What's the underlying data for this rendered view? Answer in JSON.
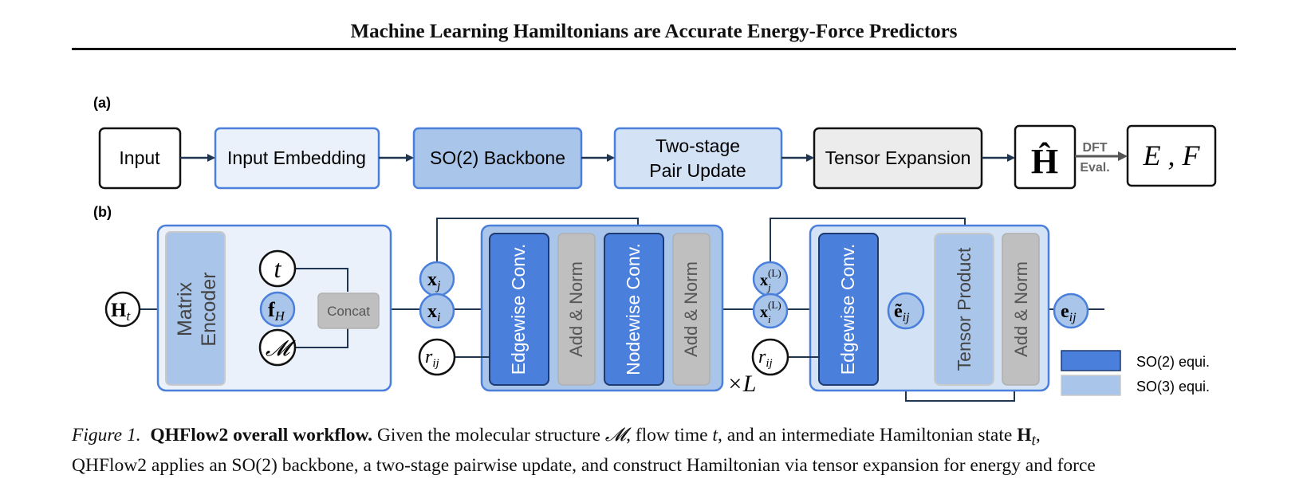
{
  "header": {
    "running_title": "Machine Learning Hamiltonians are Accurate Energy-Force Predictors"
  },
  "figure": {
    "panel_a": {
      "label": "(a)",
      "stages": [
        {
          "id": "input",
          "label": "Input"
        },
        {
          "id": "embed",
          "label": "Input Embedding"
        },
        {
          "id": "backbone",
          "label": "SO(2) Backbone"
        },
        {
          "id": "pair",
          "line1": "Two-stage",
          "line2": "Pair Update"
        },
        {
          "id": "tensor",
          "label": "Tensor Expansion"
        },
        {
          "id": "hamiltonian",
          "label": "Ĥ"
        },
        {
          "id": "output",
          "label": "E , F"
        }
      ],
      "dft_label_top": "DFT",
      "dft_label_bottom": "Eval."
    },
    "panel_b": {
      "label": "(b)",
      "input_node": "H",
      "input_sub": "t",
      "matrix_encoder": {
        "line1": "Matrix",
        "line2": "Encoder"
      },
      "t_node": "t",
      "f_node": "f",
      "f_sub": "H",
      "m_node": "𝓜",
      "concat": "Concat",
      "xj": "x",
      "xj_sub": "j",
      "xi": "x",
      "xi_sub": "i",
      "rij": "r",
      "rij_sub": "ij",
      "backbone_blocks": [
        "Edgewise Conv.",
        "Add & Norm",
        "Nodewise Conv.",
        "Add & Norm"
      ],
      "repeat": "×L",
      "xjL": "x",
      "xjL_sub": "j",
      "xjL_sup": "(L)",
      "xiL": "x",
      "xiL_sub": "i",
      "xiL_sup": "(L)",
      "rij2": "r",
      "rij2_sub": "ij",
      "pair_blocks": [
        "Edgewise Conv.",
        "Tensor Product",
        "Add & Norm"
      ],
      "eij_tilde": "ẽ",
      "eij_tilde_sub": "ij",
      "eij": "e",
      "eij_sub": "ij",
      "legend": [
        {
          "label": "SO(2) equi.",
          "color": "#4a7fdb"
        },
        {
          "label": "SO(3) equi.",
          "color": "#a9c6ea"
        }
      ]
    }
  },
  "caption": {
    "prefix": "Figure 1.",
    "title": "QHFlow2 overall workflow.",
    "text1": "Given the molecular structure ",
    "m": "𝓜",
    "text2": ", flow time ",
    "t": "t",
    "text3": ", and an intermediate Hamiltonian state ",
    "H": "H",
    "H_sub": "t",
    "text4": ",",
    "line2": "QHFlow2 applies an SO(2) backbone, a two-stage pairwise update, and construct Hamiltonian via tensor expansion for energy and force"
  }
}
